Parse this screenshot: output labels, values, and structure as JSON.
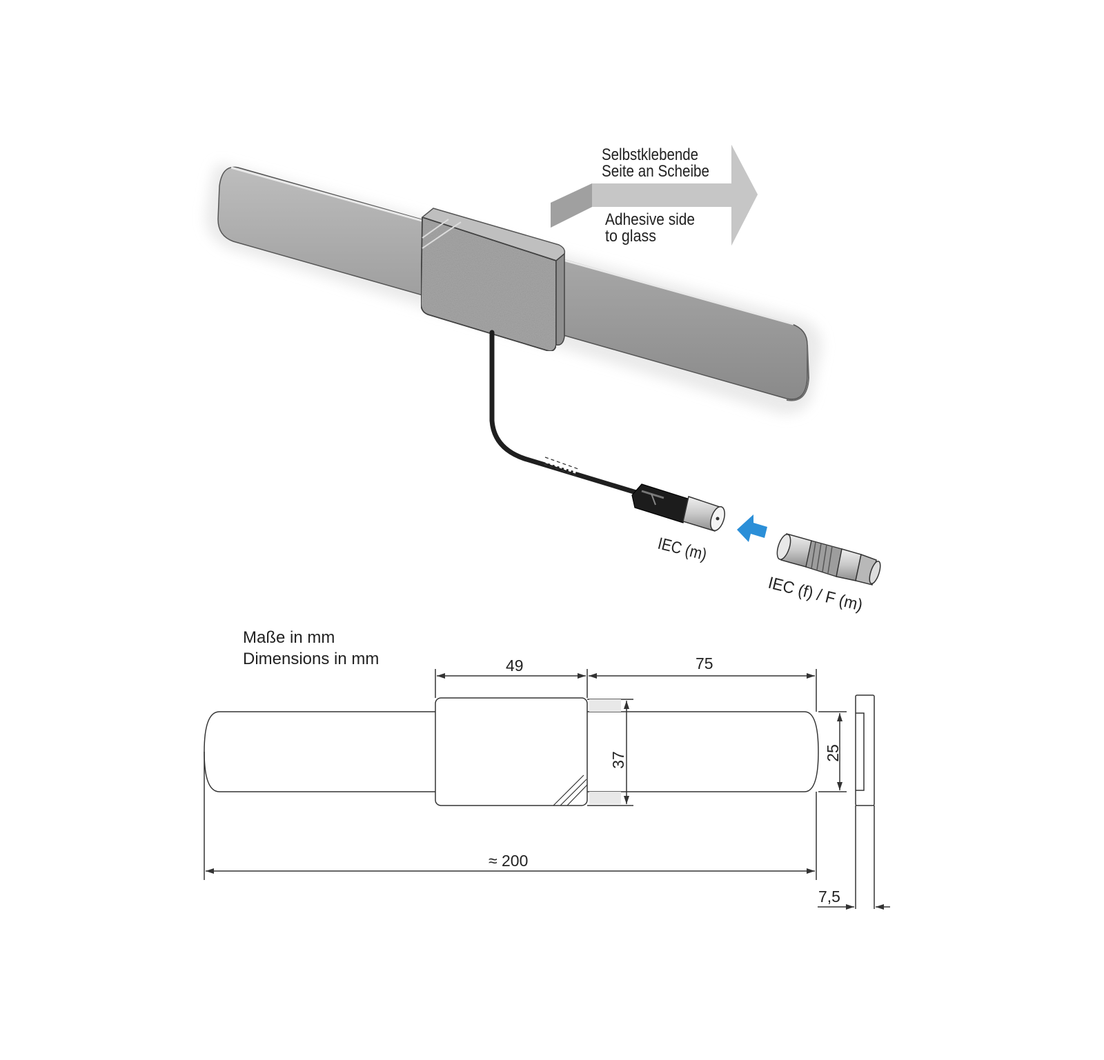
{
  "labels": {
    "adhesive_de_line1": "Selbstklebende",
    "adhesive_de_line2": "Seite an Scheibe",
    "adhesive_en_line1": "Adhesive side",
    "adhesive_en_line2": "to glass",
    "connector_male": "IEC (m)",
    "connector_adapter": "IEC (f) / F (m)",
    "dims_de": "Maße in mm",
    "dims_en": "Dimensions in mm"
  },
  "dimensions": {
    "box_width": "49",
    "side_length": "75",
    "box_height": "37",
    "strip_height": "25",
    "total_length": "≈ 200",
    "thickness": "7,5"
  },
  "colors": {
    "strip_gray": "#9a9a9a",
    "box_gray": "#a4a4a4",
    "arrow_gray": "#b5b5b5",
    "arrow_blue": "#2b8fd8",
    "line": "#333333"
  }
}
